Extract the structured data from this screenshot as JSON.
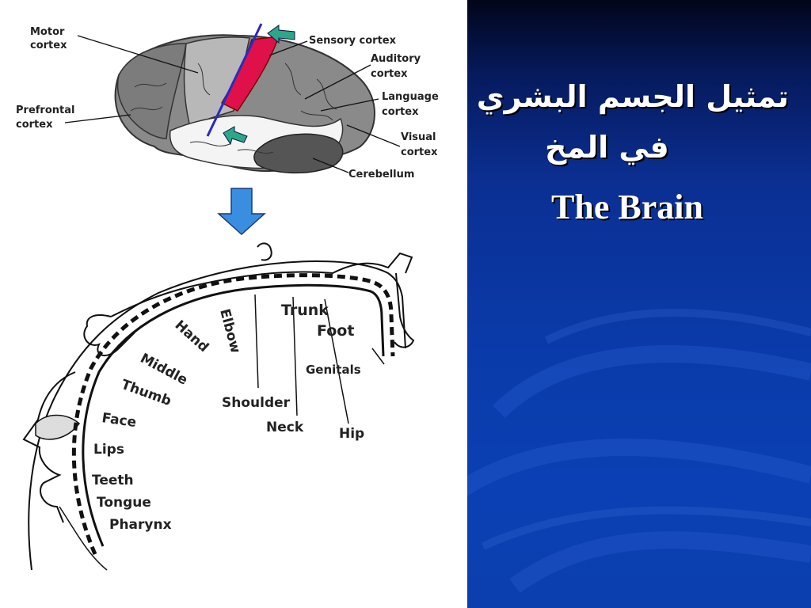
{
  "brain_labels": {
    "motor_cortex": [
      "Motor",
      "cortex"
    ],
    "prefrontal_cortex": [
      "Prefrontal",
      "cortex"
    ],
    "sensory_cortex": "Sensory cortex",
    "auditory_cortex": [
      "Auditory",
      "cortex"
    ],
    "language_cortex": [
      "Language",
      "cortex"
    ],
    "visual_cortex": [
      "Visual",
      "cortex"
    ],
    "cerebellum": "Cerebellum"
  },
  "homunculus_labels": {
    "trunk": "Trunk",
    "foot": "Foot",
    "genitals": "Genitals",
    "elbow": "Elbow",
    "hand": "Hand",
    "middle": "Middle",
    "thumb": "Thumb",
    "shoulder": "Shoulder",
    "neck": "Neck",
    "hip": "Hip",
    "face": "Face",
    "lips": "Lips",
    "teeth": "Teeth",
    "tongue": "Tongue",
    "pharynx": "Pharynx"
  },
  "title": {
    "arabic_line1": "تمثيل الجسم البشري",
    "arabic_line2": "في المخ",
    "english": "The Brain"
  },
  "colors": {
    "sensory_highlight": "#e0104a",
    "arrow_blue": "#3a8ee0",
    "arrow_green": "#2aa888",
    "slide_blue": "#0a3aa8"
  }
}
